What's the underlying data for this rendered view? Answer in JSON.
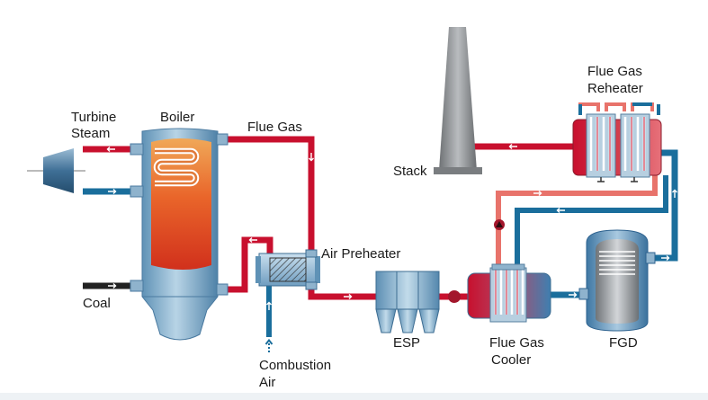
{
  "labels": {
    "turbine_steam_line1": "Turbine",
    "turbine_steam_line2": "Steam",
    "boiler": "Boiler",
    "flue_gas": "Flue Gas",
    "coal": "Coal",
    "air_preheater": "Air Preheater",
    "combustion_air_line1": "Combustion",
    "combustion_air_line2": "Air",
    "esp": "ESP",
    "flue_gas_cooler_line1": "Flue Gas",
    "flue_gas_cooler_line2": "Cooler",
    "fgd": "FGD",
    "stack": "Stack",
    "flue_gas_reheater_line1": "Flue Gas",
    "flue_gas_reheater_line2": "Reheater"
  },
  "colors": {
    "flue_gas_hot": "#c8102e",
    "flue_gas_cool": "#e8736b",
    "water_loop": "#1a6e9c",
    "coal_line": "#222222",
    "vessel_blue": "#7aa8c8",
    "boiler_fire": "#e2481e",
    "stack_grey": "#8a8d90"
  },
  "icons": [
    "turbine-icon",
    "pump-icon"
  ]
}
